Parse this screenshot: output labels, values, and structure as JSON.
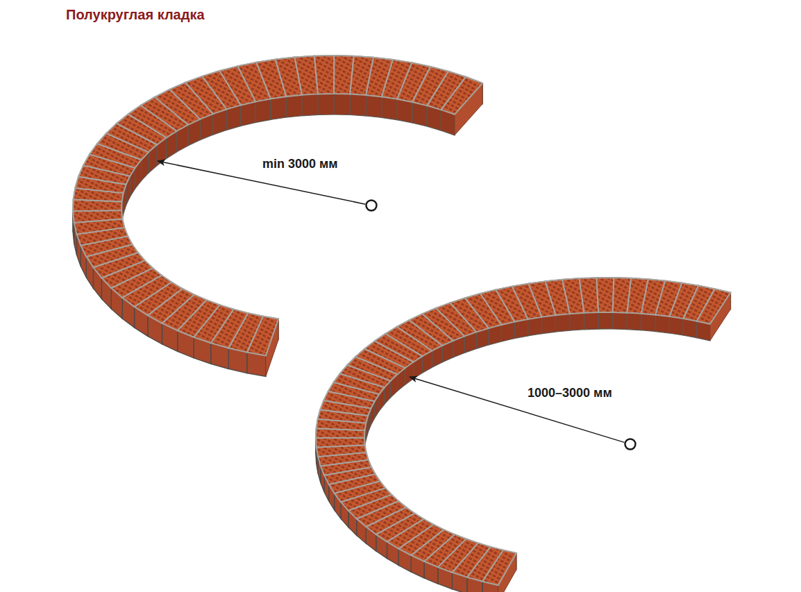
{
  "diagram": {
    "title": "Полукруглая кладка",
    "labels": [
      "min 3000 мм",
      "1000–3000 мм"
    ]
  }
}
